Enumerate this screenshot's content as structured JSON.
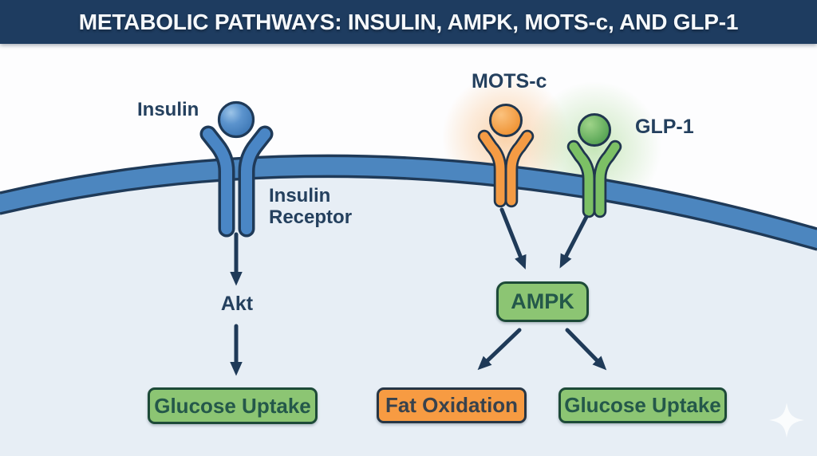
{
  "header": {
    "title": "METABOLIC PATHWAYS: INSULIN, AMPK, MOTS-c, AND GLP-1"
  },
  "diagram": {
    "insulin_pathway": {
      "ligand": "Insulin",
      "receptor": "Insulin Receptor",
      "kinase": "Akt",
      "outcome": "Glucose Uptake"
    },
    "ampk_pathway": {
      "ligand_motsc": "MOTS-c",
      "ligand_glp1": "GLP-1",
      "node": "AMPK",
      "outcome_fat": "Fat Oxidation",
      "outcome_glucose": "Glucose Uptake"
    }
  },
  "icons": {
    "sparkle": "four-point-star",
    "figures": [
      "insulin-receptor-figure",
      "motsc-figure",
      "glp1-figure"
    ]
  },
  "colors": {
    "title_bar_bg": "#1e3c60",
    "title_text": "#f6f9fc",
    "outline_navy": "#1f3a58",
    "membrane_blue": "#4c86bf",
    "cell_interior": "#e7eef5",
    "extracellular": "#fdfdfe",
    "label_navy": "#24405e",
    "green_fill": "#8cc573",
    "green_border": "#1d4a38",
    "green_text": "#24584a",
    "orange_fill": "#f79b42",
    "orange_border": "#273645",
    "orange_text": "#38424d",
    "insulin_blue": "#4a86c5",
    "motsc_orange": "#f49b44",
    "glp1_green": "#7cc065"
  }
}
